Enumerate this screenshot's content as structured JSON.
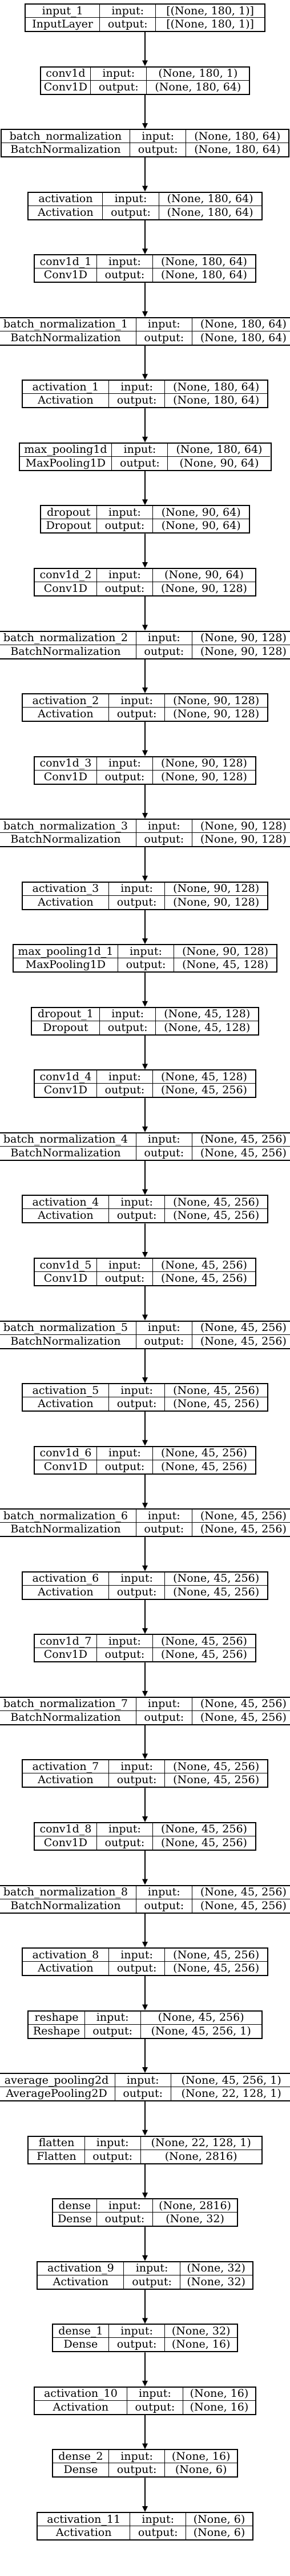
{
  "labels": {
    "input": "input:",
    "output": "output:"
  },
  "layers": [
    {
      "name": "input_1",
      "type": "InputLayer",
      "input": "[(None, 180, 1)]",
      "output": "[(None, 180, 1)]"
    },
    {
      "name": "conv1d",
      "type": "Conv1D",
      "input": "(None, 180, 1)",
      "output": "(None, 180, 64)"
    },
    {
      "name": "batch_normalization",
      "type": "BatchNormalization",
      "input": "(None, 180, 64)",
      "output": "(None, 180, 64)"
    },
    {
      "name": "activation",
      "type": "Activation",
      "input": "(None, 180, 64)",
      "output": "(None, 180, 64)"
    },
    {
      "name": "conv1d_1",
      "type": "Conv1D",
      "input": "(None, 180, 64)",
      "output": "(None, 180, 64)"
    },
    {
      "name": "batch_normalization_1",
      "type": "BatchNormalization",
      "input": "(None, 180, 64)",
      "output": "(None, 180, 64)"
    },
    {
      "name": "activation_1",
      "type": "Activation",
      "input": "(None, 180, 64)",
      "output": "(None, 180, 64)"
    },
    {
      "name": "max_pooling1d",
      "type": "MaxPooling1D",
      "input": "(None, 180, 64)",
      "output": "(None, 90, 64)"
    },
    {
      "name": "dropout",
      "type": "Dropout",
      "input": "(None, 90, 64)",
      "output": "(None, 90, 64)"
    },
    {
      "name": "conv1d_2",
      "type": "Conv1D",
      "input": "(None, 90, 64)",
      "output": "(None, 90, 128)"
    },
    {
      "name": "batch_normalization_2",
      "type": "BatchNormalization",
      "input": "(None, 90, 128)",
      "output": "(None, 90, 128)"
    },
    {
      "name": "activation_2",
      "type": "Activation",
      "input": "(None, 90, 128)",
      "output": "(None, 90, 128)"
    },
    {
      "name": "conv1d_3",
      "type": "Conv1D",
      "input": "(None, 90, 128)",
      "output": "(None, 90, 128)"
    },
    {
      "name": "batch_normalization_3",
      "type": "BatchNormalization",
      "input": "(None, 90, 128)",
      "output": "(None, 90, 128)"
    },
    {
      "name": "activation_3",
      "type": "Activation",
      "input": "(None, 90, 128)",
      "output": "(None, 90, 128)"
    },
    {
      "name": "max_pooling1d_1",
      "type": "MaxPooling1D",
      "input": "(None, 90, 128)",
      "output": "(None, 45, 128)"
    },
    {
      "name": "dropout_1",
      "type": "Dropout",
      "input": "(None, 45, 128)",
      "output": "(None, 45, 128)"
    },
    {
      "name": "conv1d_4",
      "type": "Conv1D",
      "input": "(None, 45, 128)",
      "output": "(None, 45, 256)"
    },
    {
      "name": "batch_normalization_4",
      "type": "BatchNormalization",
      "input": "(None, 45, 256)",
      "output": "(None, 45, 256)"
    },
    {
      "name": "activation_4",
      "type": "Activation",
      "input": "(None, 45, 256)",
      "output": "(None, 45, 256)"
    },
    {
      "name": "conv1d_5",
      "type": "Conv1D",
      "input": "(None, 45, 256)",
      "output": "(None, 45, 256)"
    },
    {
      "name": "batch_normalization_5",
      "type": "BatchNormalization",
      "input": "(None, 45, 256)",
      "output": "(None, 45, 256)"
    },
    {
      "name": "activation_5",
      "type": "Activation",
      "input": "(None, 45, 256)",
      "output": "(None, 45, 256)"
    },
    {
      "name": "conv1d_6",
      "type": "Conv1D",
      "input": "(None, 45, 256)",
      "output": "(None, 45, 256)"
    },
    {
      "name": "batch_normalization_6",
      "type": "BatchNormalization",
      "input": "(None, 45, 256)",
      "output": "(None, 45, 256)"
    },
    {
      "name": "activation_6",
      "type": "Activation",
      "input": "(None, 45, 256)",
      "output": "(None, 45, 256)"
    },
    {
      "name": "conv1d_7",
      "type": "Conv1D",
      "input": "(None, 45, 256)",
      "output": "(None, 45, 256)"
    },
    {
      "name": "batch_normalization_7",
      "type": "BatchNormalization",
      "input": "(None, 45, 256)",
      "output": "(None, 45, 256)"
    },
    {
      "name": "activation_7",
      "type": "Activation",
      "input": "(None, 45, 256)",
      "output": "(None, 45, 256)"
    },
    {
      "name": "conv1d_8",
      "type": "Conv1D",
      "input": "(None, 45, 256)",
      "output": "(None, 45, 256)"
    },
    {
      "name": "batch_normalization_8",
      "type": "BatchNormalization",
      "input": "(None, 45, 256)",
      "output": "(None, 45, 256)"
    },
    {
      "name": "activation_8",
      "type": "Activation",
      "input": "(None, 45, 256)",
      "output": "(None, 45, 256)"
    },
    {
      "name": "reshape",
      "type": "Reshape",
      "input": "(None, 45, 256)",
      "output": "(None, 45, 256, 1)"
    },
    {
      "name": "average_pooling2d",
      "type": "AveragePooling2D",
      "input": "(None, 45, 256, 1)",
      "output": "(None, 22, 128, 1)"
    },
    {
      "name": "flatten",
      "type": "Flatten",
      "input": "(None, 22, 128, 1)",
      "output": "(None, 2816)"
    },
    {
      "name": "dense",
      "type": "Dense",
      "input": "(None, 2816)",
      "output": "(None, 32)"
    },
    {
      "name": "activation_9",
      "type": "Activation",
      "input": "(None, 32)",
      "output": "(None, 32)"
    },
    {
      "name": "dense_1",
      "type": "Dense",
      "input": "(None, 32)",
      "output": "(None, 16)"
    },
    {
      "name": "activation_10",
      "type": "Activation",
      "input": "(None, 16)",
      "output": "(None, 16)"
    },
    {
      "name": "dense_2",
      "type": "Dense",
      "input": "(None, 16)",
      "output": "(None, 6)"
    },
    {
      "name": "activation_11",
      "type": "Activation",
      "input": "(None, 6)",
      "output": "(None, 6)"
    }
  ]
}
